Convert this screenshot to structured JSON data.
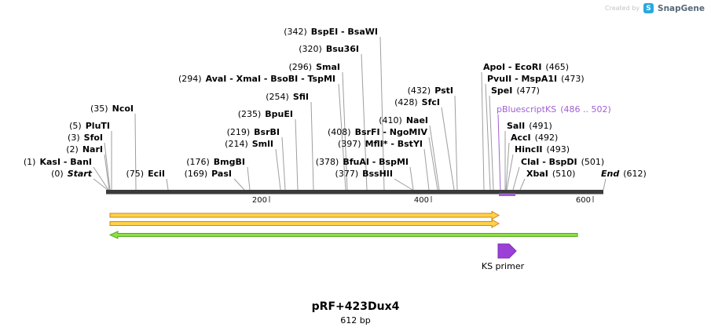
{
  "brand": {
    "created_by": "Created by",
    "name": "SnapGene",
    "logo_letter": "S"
  },
  "plasmid": {
    "title": "pRF+423Dux4",
    "length": "612 bp"
  },
  "ruler": {
    "t200": "200",
    "t400": "400",
    "t600": "600"
  },
  "colors": {
    "feature_purple": "#A15FD4",
    "primer_arrow_purple": "#9B3FD6",
    "orf_orange_stroke": "#C9861B",
    "orf_orange_fill": "#FFD24A",
    "reverse_green_fill": "#8CE044",
    "reverse_green_stroke": "#55A820",
    "sequence_bar": "#3B3B3B"
  },
  "sites": {
    "bspei": {
      "pos": "(342)",
      "name": "BspEI - BsaWI"
    },
    "bsu36i": {
      "pos": "(320)",
      "name": "Bsu36I"
    },
    "smai": {
      "pos": "(296)",
      "name": "SmaI"
    },
    "avai": {
      "pos": "(294)",
      "name": "AvaI - XmaI - BsoBI - TspMI"
    },
    "sfii": {
      "pos": "(254)",
      "name": "SfiI"
    },
    "bpuei": {
      "pos": "(235)",
      "name": "BpuEI"
    },
    "bsrbi": {
      "pos": "(219)",
      "name": "BsrBI"
    },
    "smli": {
      "pos": "(214)",
      "name": "SmlI"
    },
    "bmgbi": {
      "pos": "(176)",
      "name": "BmgBI"
    },
    "pasi": {
      "pos": "(169)",
      "name": "PasI"
    },
    "ncoi": {
      "pos": "(35)",
      "name": "NcoI"
    },
    "pluti": {
      "pos": "(5)",
      "name": "PluTI"
    },
    "sfoi": {
      "pos": "(3)",
      "name": "SfoI"
    },
    "nari": {
      "pos": "(2)",
      "name": "NarI"
    },
    "kasi": {
      "pos": "(1)",
      "name": "KasI - BanI"
    },
    "start": {
      "pos": "(0)",
      "name": "Start"
    },
    "ecii": {
      "pos": "(75)",
      "name": "EciI"
    },
    "bsrfi": {
      "pos": "(408)",
      "name": "BsrFI - NgoMIV"
    },
    "mfli": {
      "pos": "(397)",
      "name": "MflI* - BstYI"
    },
    "bfuai": {
      "pos": "(378)",
      "name": "BfuAI - BspMI"
    },
    "bsshii": {
      "pos": "(377)",
      "name": "BssHII"
    },
    "psti": {
      "pos": "(432)",
      "name": "PstI"
    },
    "sfci": {
      "pos": "(428)",
      "name": "SfcI"
    },
    "naei": {
      "pos": "(410)",
      "name": "NaeI"
    },
    "apoi": {
      "name": "ApoI - EcoRI",
      "pos": "(465)"
    },
    "pvuii": {
      "name": "PvuII - MspA1I",
      "pos": "(473)"
    },
    "spei": {
      "name": "SpeI",
      "pos": "(477)"
    },
    "sali": {
      "name": "SalI",
      "pos": "(491)"
    },
    "acci": {
      "name": "AccI",
      "pos": "(492)"
    },
    "hincii": {
      "name": "HincII",
      "pos": "(493)"
    },
    "clai": {
      "name": "ClaI - BspDI",
      "pos": "(501)"
    },
    "xbai": {
      "name": "XbaI",
      "pos": "(510)"
    },
    "end": {
      "name": "End",
      "pos": "(612)"
    }
  },
  "features": {
    "pbluescript": {
      "name": "pBluescriptKS",
      "range": "(486 .. 502)"
    },
    "ks_primer": {
      "label": "KS primer"
    }
  }
}
